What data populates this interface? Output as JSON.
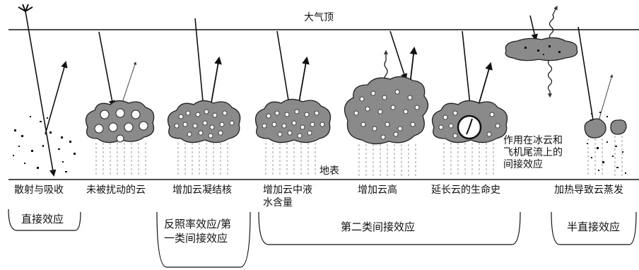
{
  "top_of_atmosphere": "大气顶",
  "surface": "地表",
  "panels": [
    {
      "label": "散射与吸收"
    },
    {
      "label": "未被扰动的云"
    },
    {
      "label": "增加云凝结核"
    },
    {
      "label": "增加云中液",
      "label2": "水含量"
    },
    {
      "label": "增加云高"
    },
    {
      "label": "延长云的生命史"
    },
    {
      "label": "加热导致云蒸发"
    }
  ],
  "ice_note": [
    "作用在冰云和",
    "飞机尾流上的",
    "间接效应"
  ],
  "categories": {
    "direct": "直接效应",
    "albedo_line1": "反照率效应/第",
    "albedo_line2": "一类间接效应",
    "second": "第二类间接效应",
    "semi": "半直接效应"
  }
}
